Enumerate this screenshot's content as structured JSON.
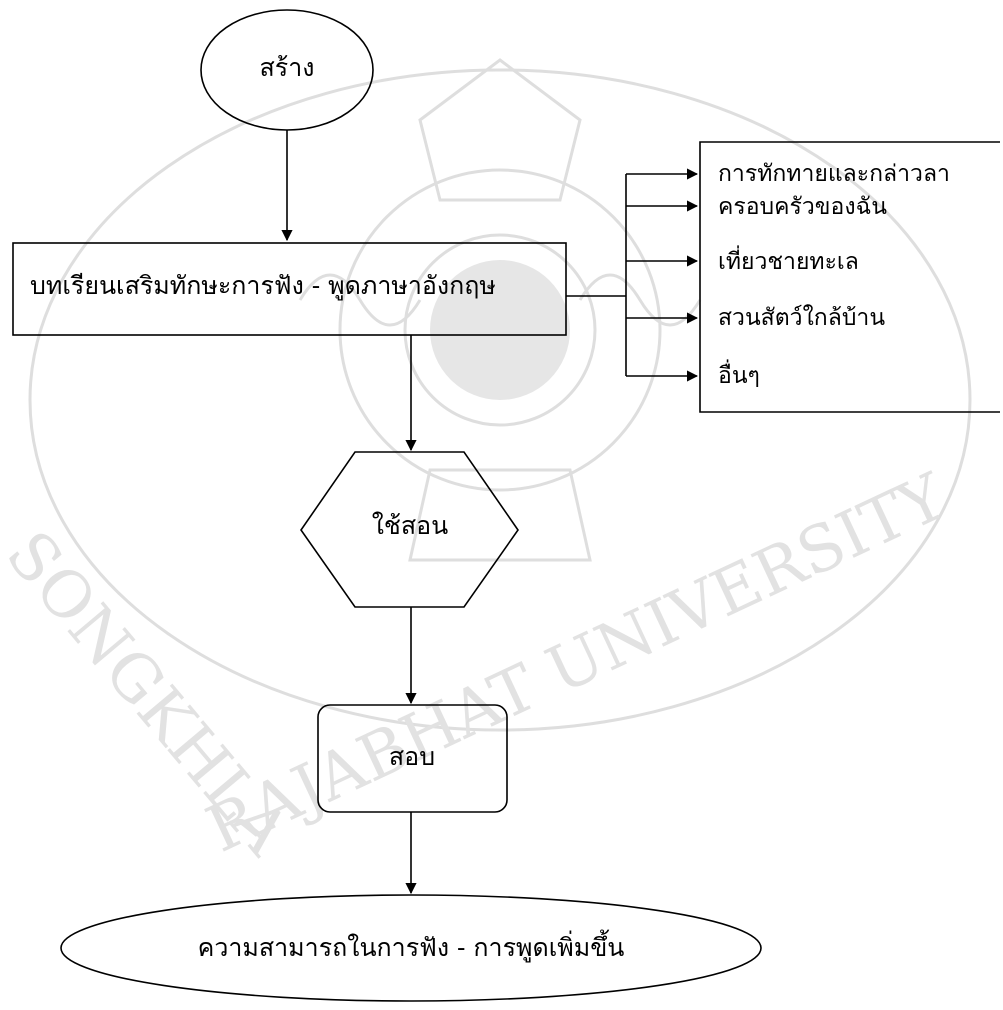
{
  "watermark": {
    "text_left": "SONGKHLA",
    "text_right": "RAJABHAT UNIVERSITY",
    "color": "#d9d9d9"
  },
  "nodes": {
    "start": "สร้าง",
    "lesson": "บทเรียนเสริมทักษะการฟัง - พูดภาษาอังกฤษ",
    "use": "ใช้สอน",
    "test": "สอบ",
    "result": "ความสามารถในการฟัง - การพูดเพิ่มขึ้น"
  },
  "topics": [
    "การทักทายและกล่าวลา",
    "ครอบครัวของฉัน",
    "เที่ยวชายทะเล",
    "สวนสัตว์ใกล้บ้าน",
    "อื่นๆ"
  ],
  "colors": {
    "stroke": "#000000",
    "background": "#ffffff"
  }
}
